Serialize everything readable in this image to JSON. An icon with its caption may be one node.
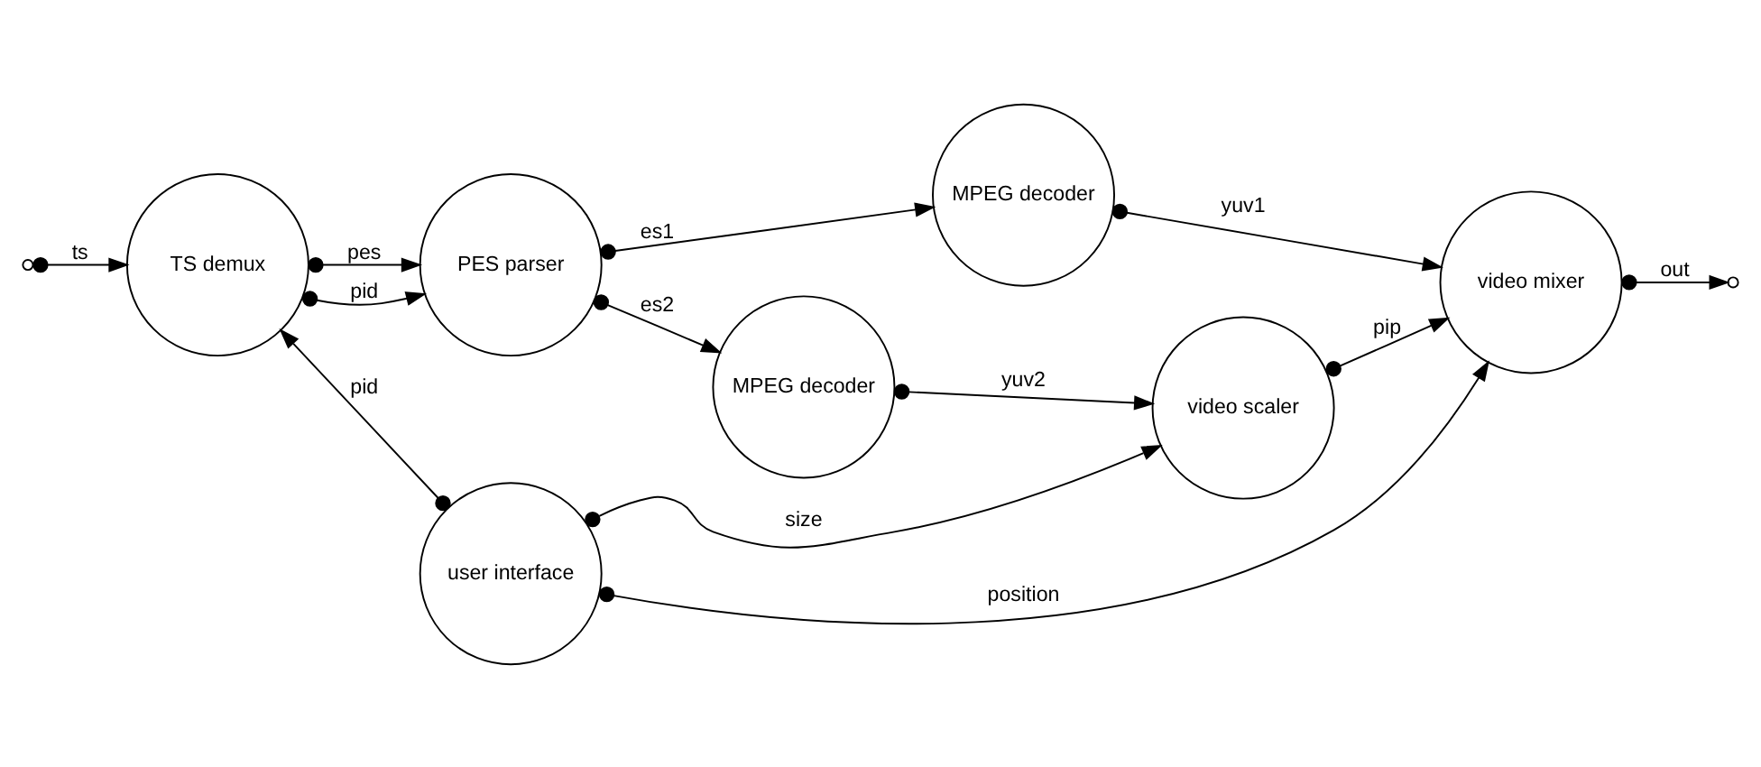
{
  "diagram": {
    "nodes": [
      {
        "text": [
          "TS demux"
        ]
      },
      {
        "text": [
          "PES parser"
        ]
      },
      {
        "text": [
          "MPEG decoder"
        ]
      },
      {
        "text": [
          "MPEG decoder"
        ]
      },
      {
        "text": [
          "video scaler"
        ]
      },
      {
        "text": [
          "video mixer"
        ]
      },
      {
        "text": [
          "user interface"
        ]
      }
    ],
    "edges": [
      {
        "from": null,
        "to": 0,
        "arrow": "to",
        "label": "ts"
      },
      {
        "from": 0,
        "to": 1,
        "arrow": "to",
        "label": "pes"
      },
      {
        "from": 0,
        "to": 1,
        "arrow": "to",
        "label": "pid"
      },
      {
        "from": 1,
        "to": 2,
        "arrow": "to",
        "label": "es1"
      },
      {
        "from": 1,
        "to": 3,
        "arrow": "to",
        "label": "es2"
      },
      {
        "from": 2,
        "to": 5,
        "arrow": "to",
        "label": "yuv1"
      },
      {
        "from": 3,
        "to": 4,
        "arrow": "to",
        "label": "yuv2"
      },
      {
        "from": 4,
        "to": 5,
        "arrow": "to",
        "label": "pip"
      },
      {
        "from": 6,
        "to": 0,
        "arrow": "to",
        "label": "pid"
      },
      {
        "from": 6,
        "to": 4,
        "arrow": "to",
        "label": "size"
      },
      {
        "from": 6,
        "to": 5,
        "arrow": "to",
        "label": "position"
      },
      {
        "from": 5,
        "to": null,
        "arrow": "to",
        "label": "out"
      }
    ]
  }
}
